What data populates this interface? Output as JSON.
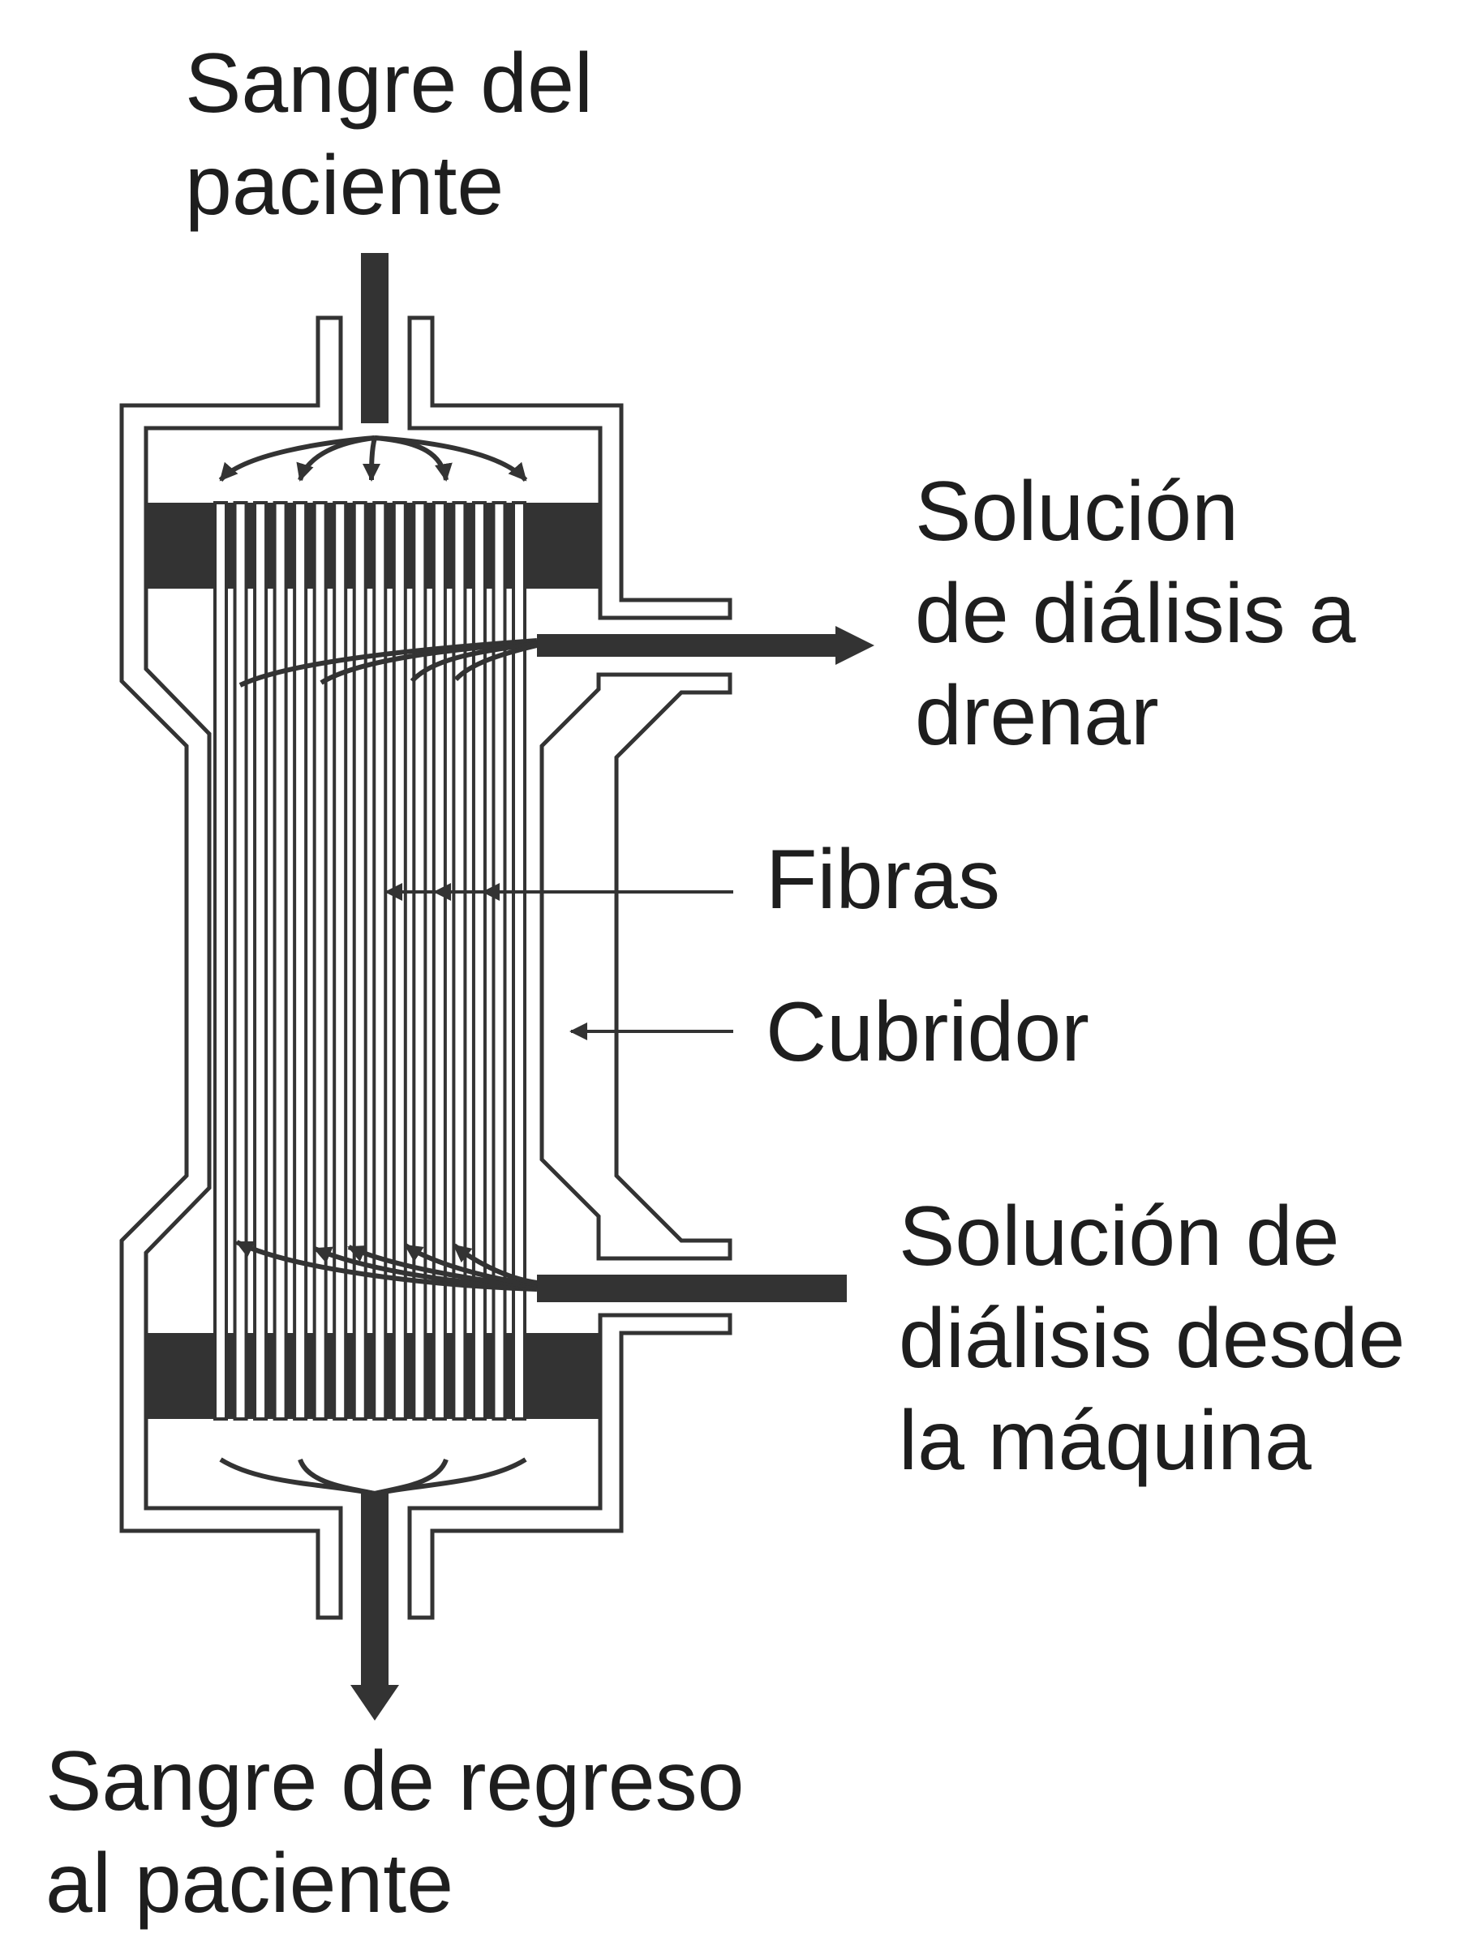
{
  "colors": {
    "ink": "#333333",
    "text": "#1e1e1e",
    "background": "#ffffff"
  },
  "labels": {
    "blood_in": [
      "Sangre del",
      "paciente"
    ],
    "drain": [
      "Solución",
      "de diálisis a",
      "drenar"
    ],
    "fibers": [
      "Fibras"
    ],
    "housing": [
      "Cubridor"
    ],
    "from_machine": [
      "Solución de",
      "diálisis desde",
      "la máquina"
    ],
    "blood_out": [
      "Sangre de regreso",
      "al paciente"
    ]
  },
  "fibers": {
    "count": 16
  }
}
